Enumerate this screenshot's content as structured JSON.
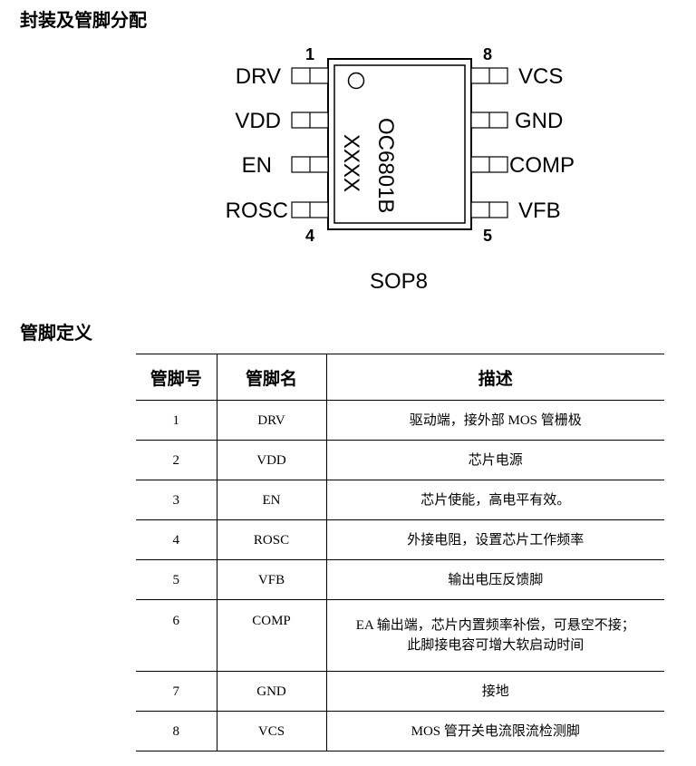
{
  "section1_title": "封装及管脚分配",
  "section2_title": "管脚定义",
  "package": {
    "name": "SOP8",
    "marking_line1": "OC6801B",
    "marking_line2": "XXXX",
    "corner_numbers": {
      "top_left": "1",
      "top_right": "8",
      "bottom_left": "4",
      "bottom_right": "5"
    },
    "left_pins": [
      "DRV",
      "VDD",
      "EN",
      "ROSC"
    ],
    "right_pins": [
      "VCS",
      "GND",
      "COMP",
      "VFB"
    ]
  },
  "table": {
    "headers": [
      "管脚号",
      "管脚名",
      "描述"
    ],
    "rows": [
      {
        "num": "1",
        "name": "DRV",
        "desc": "驱动端，接外部 MOS 管栅极"
      },
      {
        "num": "2",
        "name": "VDD",
        "desc": "芯片电源"
      },
      {
        "num": "3",
        "name": "EN",
        "desc": "芯片使能，高电平有效。"
      },
      {
        "num": "4",
        "name": "ROSC",
        "desc": "外接电阻，设置芯片工作频率"
      },
      {
        "num": "5",
        "name": "VFB",
        "desc": "输出电压反馈脚"
      },
      {
        "num": "6",
        "name": "COMP",
        "desc": "EA 输出端，芯片内置频率补偿，可悬空不接；",
        "desc2": "此脚接电容可增大软启动时间"
      },
      {
        "num": "7",
        "name": "GND",
        "desc": "接地"
      },
      {
        "num": "8",
        "name": "VCS",
        "desc": "MOS 管开关电流限流检测脚"
      }
    ]
  }
}
